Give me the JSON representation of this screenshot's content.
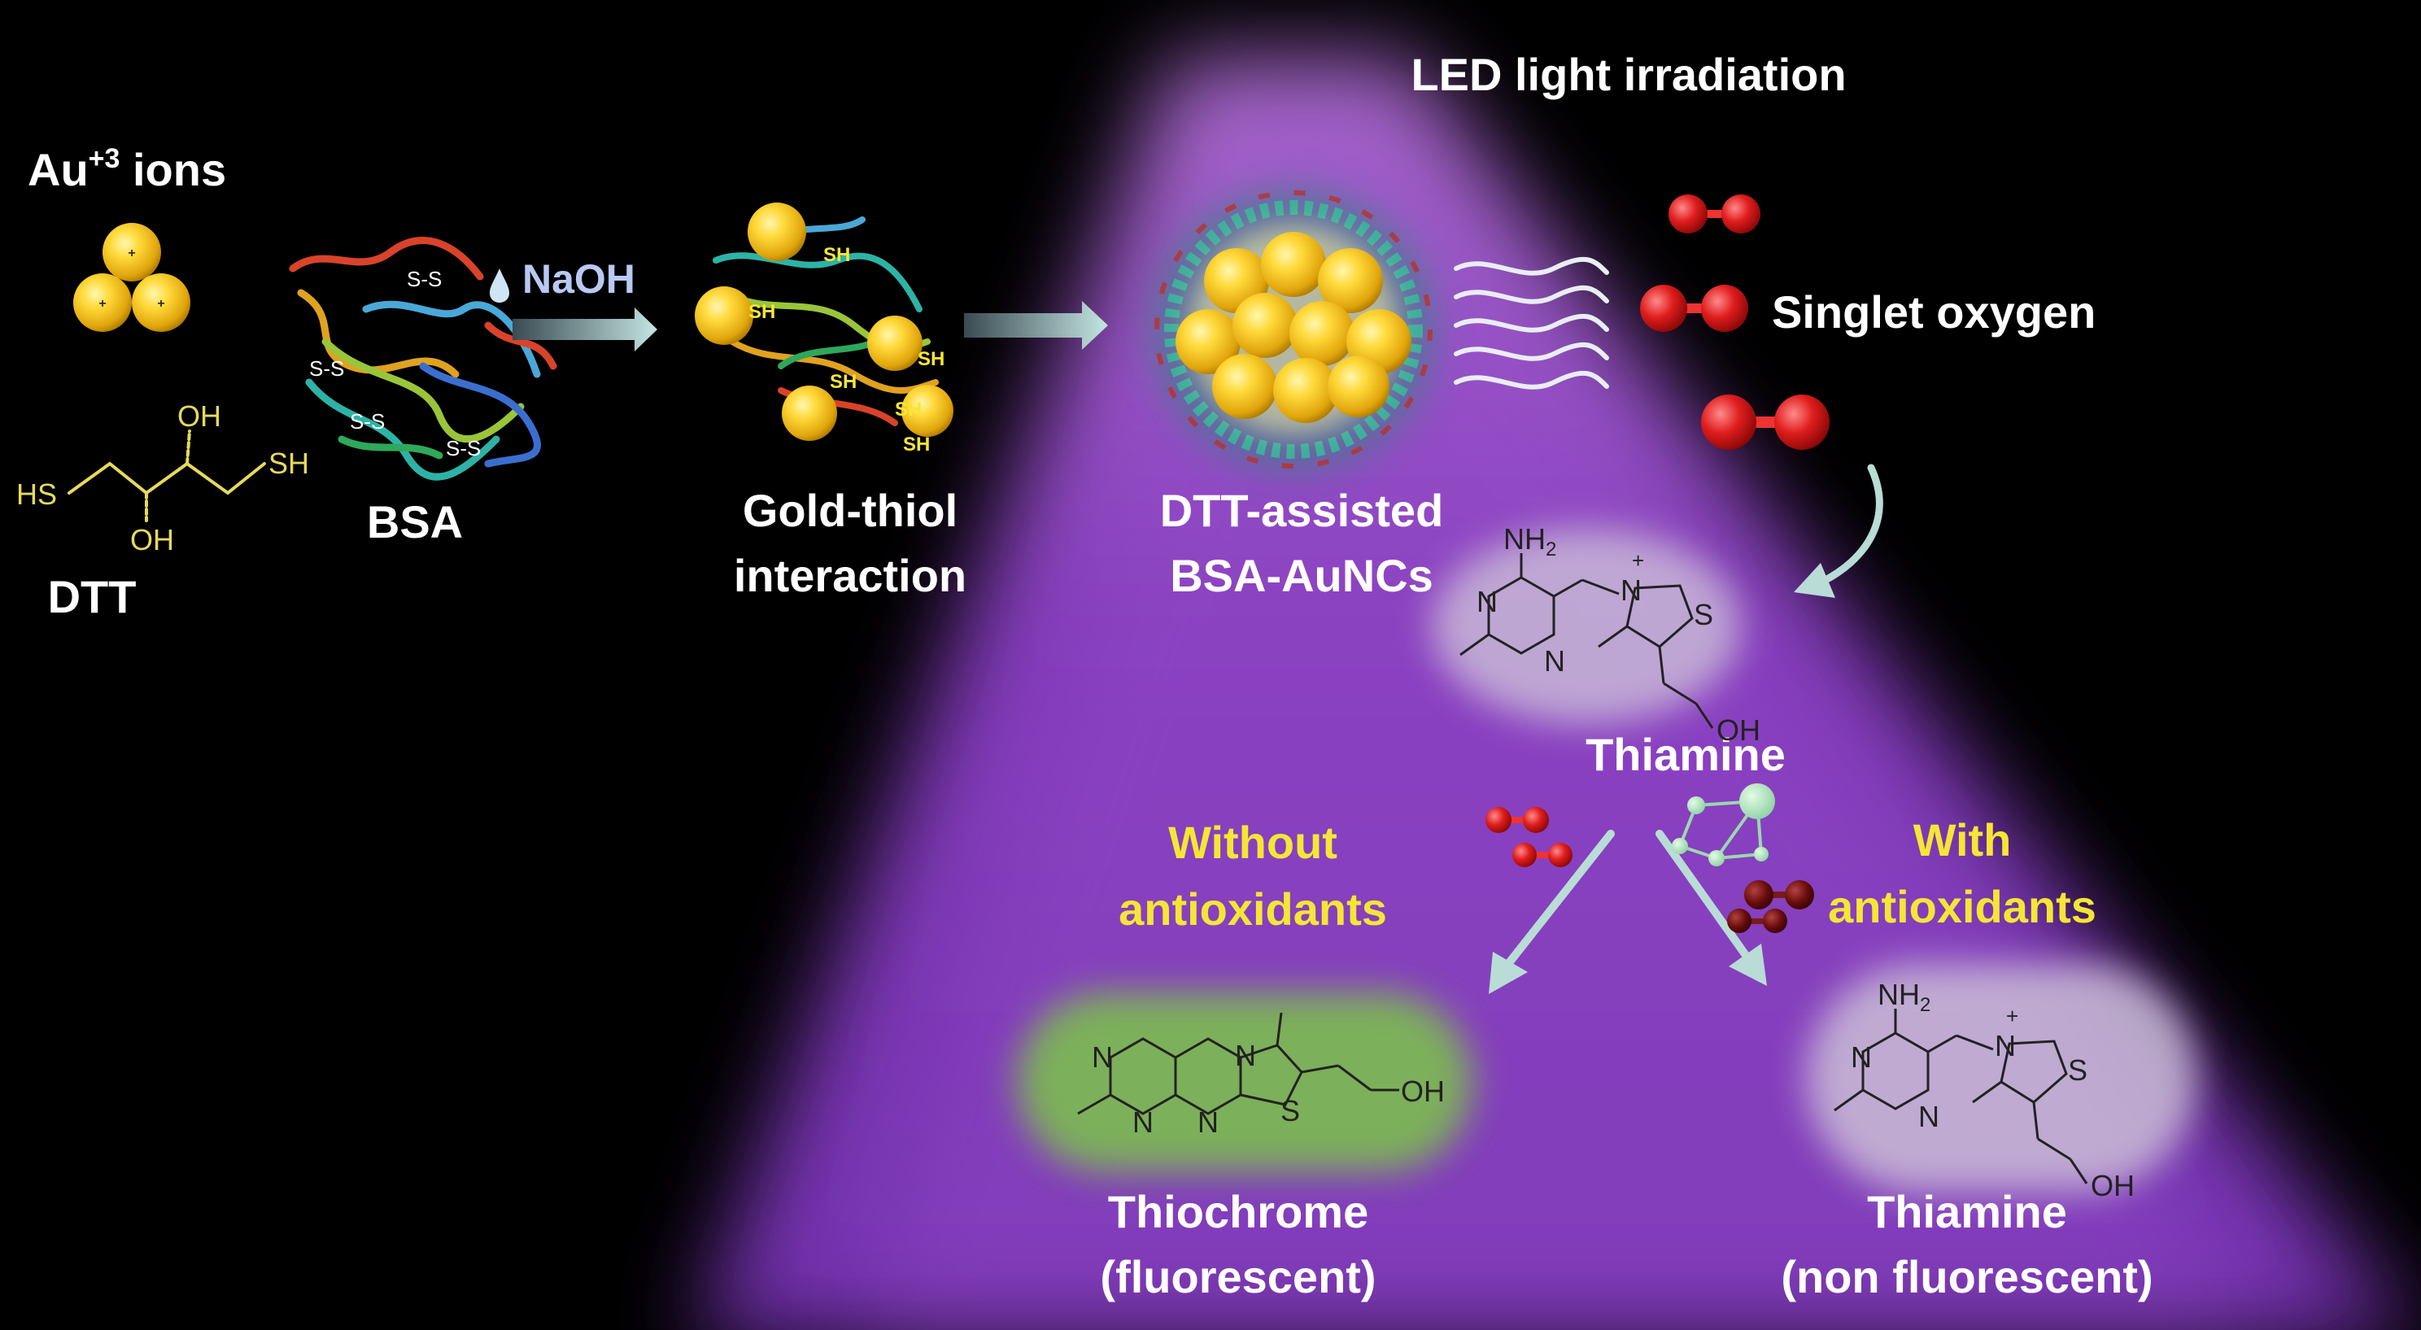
{
  "labels": {
    "led": "LED light irradiation",
    "au_ions": "Au",
    "au_charge": "+3",
    "au_ions_suffix": " ions",
    "dtt": "DTT",
    "bsa": "BSA",
    "naoh": "NaOH",
    "gold_thiol_1": "Gold-thiol",
    "gold_thiol_2": "interaction",
    "dtt_assisted_1": "DTT-assisted",
    "dtt_assisted_2": "BSA-AuNCs",
    "singlet_oxygen": "Singlet oxygen",
    "thiamine_top": "Thiamine",
    "without_1": "Without",
    "without_2": "antioxidants",
    "with_1": "With",
    "with_2": "antioxidants",
    "thiochrome_1": "Thiochrome",
    "thiochrome_2": "(fluorescent)",
    "thiamine_bottom_1": "Thiamine",
    "thiamine_bottom_2": "(non fluorescent)"
  },
  "dtt_structure": {
    "hs_left": "HS",
    "sh_right": "SH",
    "oh_top": "OH",
    "oh_bottom": "OH"
  },
  "disulfide": "S-S",
  "thiol_tag": "SH",
  "thiamine_structure": {
    "nh2": "NH",
    "nh2_sub": "2",
    "n1": "N",
    "n2": "N",
    "n_plus": "N",
    "plus": "+",
    "s": "S",
    "oh": "OH"
  },
  "thiochrome_structure": {
    "n1": "N",
    "n2": "N",
    "n3": "N",
    "n4": "N",
    "s": "S",
    "oh": "OH"
  },
  "colors": {
    "led_beam": "#8a3fc4",
    "label_yellow": "#f5e635",
    "label_white": "#ffffff",
    "gold": "#f4c51a",
    "oxygen": "#d11b1b",
    "arrow": "#b9dcd6",
    "thiochrome_glow": "#7cc44a",
    "thiamine_glow": "#cfc6d8"
  }
}
